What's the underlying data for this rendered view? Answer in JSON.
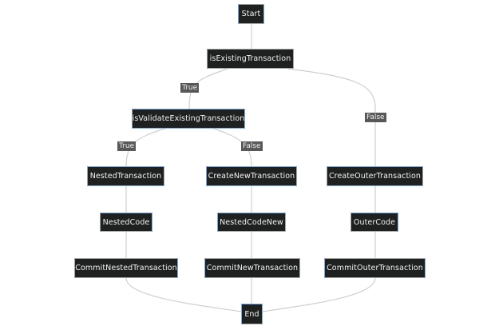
{
  "nodes": {
    "start": "Start",
    "is_existing": "isExistingTransaction",
    "is_validate": "isValidateExistingTransaction",
    "nested_tx": "NestedTransaction",
    "create_new": "CreateNewTransaction",
    "create_outer": "CreateOuterTransaction",
    "nested_code": "NestedCode",
    "nested_code_new": "NestedCodeNew",
    "outer_code": "OuterCode",
    "commit_nested": "CommitNestedTransaction",
    "commit_new": "CommitNewTransaction",
    "commit_outer": "CommitOuterTransaction",
    "end": "End"
  },
  "edge_labels": {
    "existing_true": "True",
    "existing_false": "False",
    "validate_true": "True",
    "validate_false": "False"
  },
  "colors": {
    "node_fill": "#1f2020",
    "node_border": "#8ea8c6",
    "node_text": "#f2f2f2",
    "edge": "#cfcfcf",
    "label_fill": "#585858"
  }
}
